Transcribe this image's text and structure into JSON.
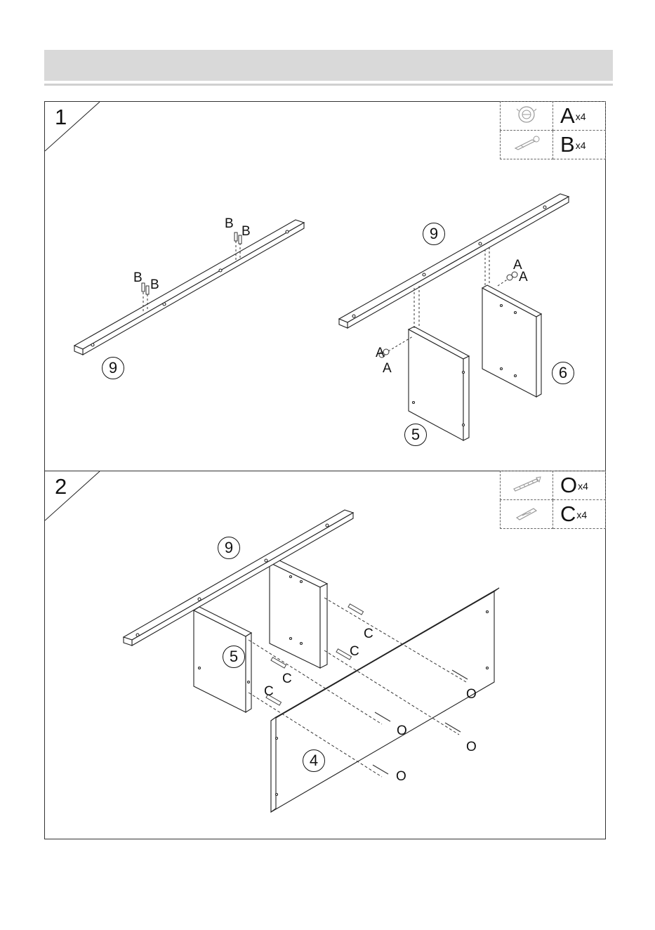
{
  "steps": [
    {
      "number": "1",
      "hardware": [
        {
          "code": "A",
          "qty": "x4",
          "icon": "cam-lock-icon"
        },
        {
          "code": "B",
          "qty": "x4",
          "icon": "cam-bolt-icon"
        }
      ],
      "labels": {
        "part_9_left": "9",
        "part_9_right": "9",
        "part_5": "5",
        "part_6": "6",
        "b1": "B",
        "b2": "B",
        "b3": "B",
        "b4": "B",
        "a1": "A",
        "a2": "A",
        "a3": "A",
        "a4": "A"
      }
    },
    {
      "number": "2",
      "hardware": [
        {
          "code": "O",
          "qty": "x4",
          "icon": "screw-icon"
        },
        {
          "code": "C",
          "qty": "x4",
          "icon": "wood-dowel-icon"
        }
      ],
      "labels": {
        "part_9": "9",
        "part_5": "5",
        "part_4": "4",
        "c1": "C",
        "c2": "C",
        "c3": "C",
        "c4": "C",
        "o1": "O",
        "o2": "O",
        "o3": "O",
        "o4": "O"
      }
    }
  ]
}
